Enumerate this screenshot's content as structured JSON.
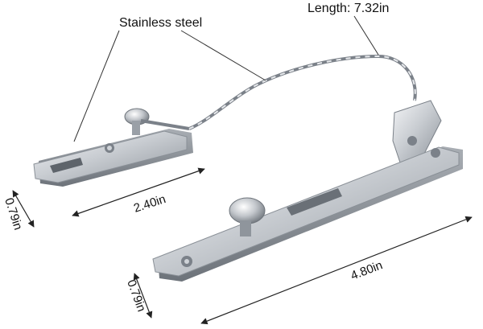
{
  "labels": {
    "material": "Stainless steel",
    "length": "Length: 7.32in",
    "small_plate_length": "2.40in",
    "small_plate_width": "0.79in",
    "large_plate_length": "4.80in",
    "large_plate_width": "0.79in"
  },
  "colors": {
    "steel_light": "#e9ebee",
    "steel_mid": "#b9bdc3",
    "steel_dark": "#7d838b",
    "line": "#222222"
  }
}
